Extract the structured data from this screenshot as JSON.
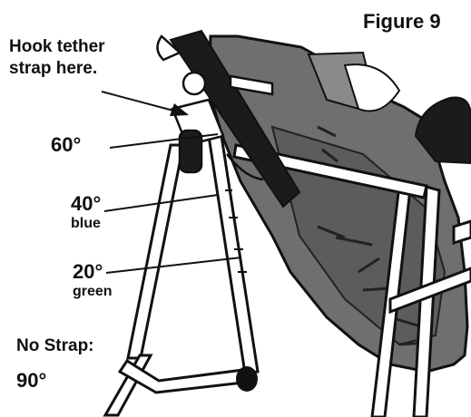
{
  "figure": {
    "title": "Figure 9"
  },
  "callouts": {
    "hook_line1": "Hook tether",
    "hook_line2": "strap here.",
    "angle_60": "60°",
    "angle_40": "40°",
    "color_40": "blue",
    "angle_20": "20°",
    "color_20": "green",
    "no_strap_label": "No Strap:",
    "no_strap_angle": "90°"
  },
  "colors": {
    "ink": "#111111",
    "bed_fill": "#6f6f6f",
    "bed_dark": "#3a3a3a",
    "frame_fill": "#ffffff"
  }
}
